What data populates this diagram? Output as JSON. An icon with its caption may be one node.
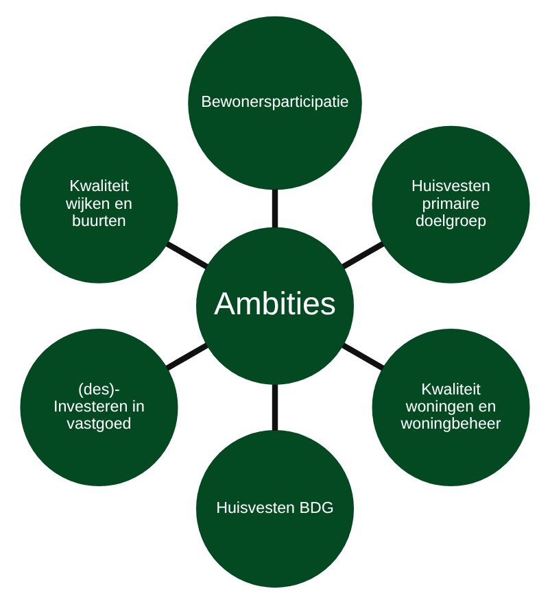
{
  "diagram": {
    "nodes": [
      {
        "text": [
          "Ambities"
        ]
      },
      {
        "text": [
          "Bewonersparticipatie"
        ]
      },
      {
        "text": [
          "Huisvesten primaire doelgroep"
        ]
      },
      {
        "text": [
          "Kwaliteit woningen en woningbeheer"
        ]
      },
      {
        "text": [
          "Huisvesten BDG"
        ]
      },
      {
        "text": [
          "(des)- Investeren in vastgoed"
        ]
      },
      {
        "text": [
          "Kwaliteit wijken en buurten"
        ]
      }
    ],
    "edges": [
      {
        "from": 0,
        "to": 1,
        "arrow": "none"
      },
      {
        "from": 0,
        "to": 2,
        "arrow": "none"
      },
      {
        "from": 0,
        "to": 3,
        "arrow": "none"
      },
      {
        "from": 0,
        "to": 4,
        "arrow": "none"
      },
      {
        "from": 0,
        "to": 5,
        "arrow": "none"
      },
      {
        "from": 0,
        "to": 6,
        "arrow": "none"
      }
    ]
  }
}
